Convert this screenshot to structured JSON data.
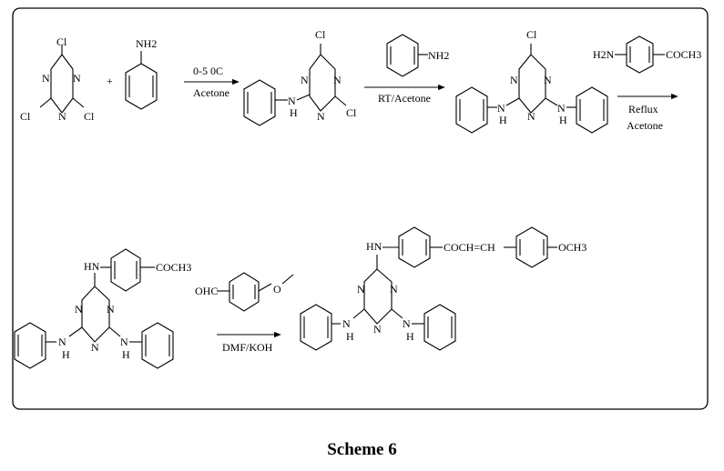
{
  "atoms": {
    "N": "N",
    "Cl": "Cl",
    "NH": "NH",
    "HN": "HN",
    "H": "H",
    "H2N": "H2N",
    "NH2": "NH2"
  },
  "plus": "+",
  "groups": {
    "acetyl": "COCH3",
    "chalcone_link": "COCH=CH",
    "methoxy": "OCH3",
    "aldehyde": "OHC",
    "methoxy_bond_o": "O"
  },
  "conditions": {
    "step1_top": "0-5 0C",
    "step1_bottom": "Acetone",
    "step2_bottom": "RT/Acetone",
    "step3_top": "Reflux",
    "step3_bottom": "Acetone",
    "step4_bottom": "DMF/KOH"
  },
  "caption": "Scheme 6"
}
